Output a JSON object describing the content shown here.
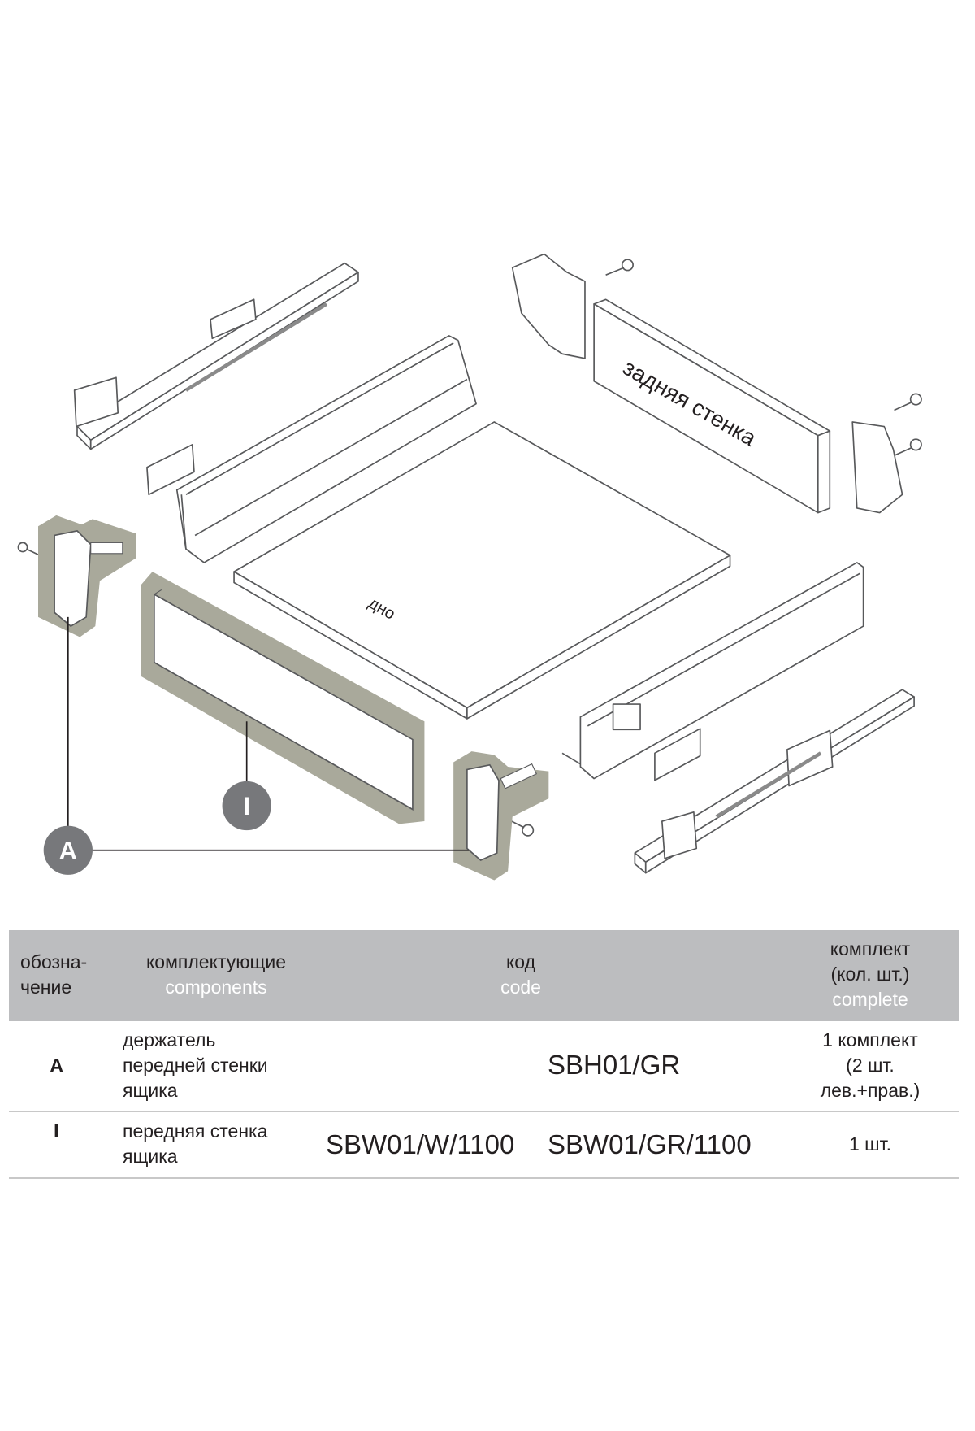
{
  "diagram": {
    "labels": {
      "back_wall": "задняя стенка",
      "bottom": "дно",
      "marker_a": "A",
      "marker_i": "I"
    },
    "colors": {
      "highlight": "#a9a99b",
      "marker": "#77787b",
      "line": "#58595b"
    }
  },
  "table": {
    "header": {
      "designation": [
        "обозна-",
        "чение"
      ],
      "components_ru": "комплектующие",
      "components_en": "components",
      "code_ru": "код",
      "code_en": "code",
      "set_ru": [
        "комплект",
        "(кол. шт.)"
      ],
      "set_en": "complete"
    },
    "rows": [
      {
        "mark": "A",
        "name": [
          "держатель",
          "передней стенки",
          "ящика"
        ],
        "code1": "",
        "code2": "SBH01/GR",
        "qty": [
          "1 комплект",
          "(2 шт.",
          "лев.+прав.)"
        ]
      },
      {
        "mark": "I",
        "name": [
          "передняя стенка",
          "ящика"
        ],
        "code1": "SBW01/W/1100",
        "code2": "SBW01/GR/1100",
        "qty": [
          "1 шт."
        ]
      }
    ]
  }
}
